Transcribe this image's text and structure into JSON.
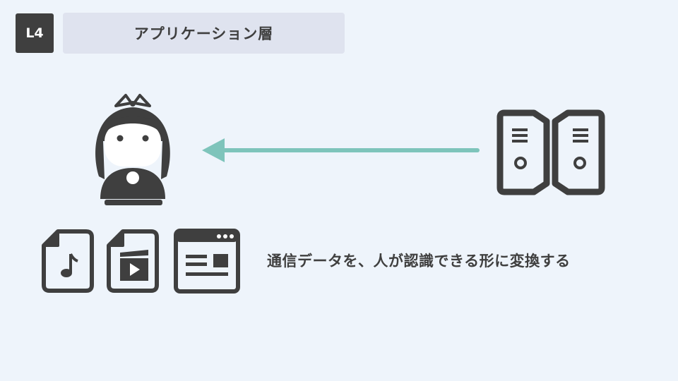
{
  "header": {
    "badge": "L4",
    "title": "アプリケーション層"
  },
  "diagram": {
    "caption": "通信データを、人が認識できる形に変換する",
    "arrow_color": "#7ec4bb",
    "icon_color": "#3f3f3f",
    "icons": [
      "girl-user-icon",
      "arrow-left-icon",
      "server-pair-icon",
      "music-file-icon",
      "video-file-icon",
      "webpage-icon"
    ]
  }
}
